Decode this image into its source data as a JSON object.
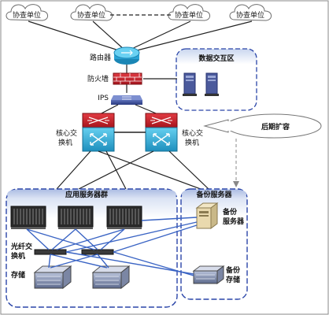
{
  "clouds": [
    "协查单位",
    "协查单位",
    "协查单位",
    "协查单位"
  ],
  "devices": {
    "router": "路由器",
    "firewall": "防火墙",
    "ips": "IPS",
    "core_switch_left": [
      "核心交",
      "换机"
    ],
    "core_switch_right": [
      "核心交",
      "换机"
    ],
    "fiber_switch": [
      "光纤交",
      "换机"
    ],
    "storage": "存储",
    "backup_server": [
      "备份",
      "服务器"
    ],
    "backup_storage": [
      "备份",
      "存储"
    ]
  },
  "zones": {
    "data_exchange": "数据交互区",
    "app_servers": "应用服务器群",
    "backup_servers": "备份服务器"
  },
  "callout": "后期扩容",
  "colors": {
    "dash_border": "#2a45a8",
    "panel_gradient_top": "#c9d6ef",
    "cyan_switch": "#3cb1d9",
    "red_core": "#c8202a",
    "link_blue": "#3a64c4"
  }
}
